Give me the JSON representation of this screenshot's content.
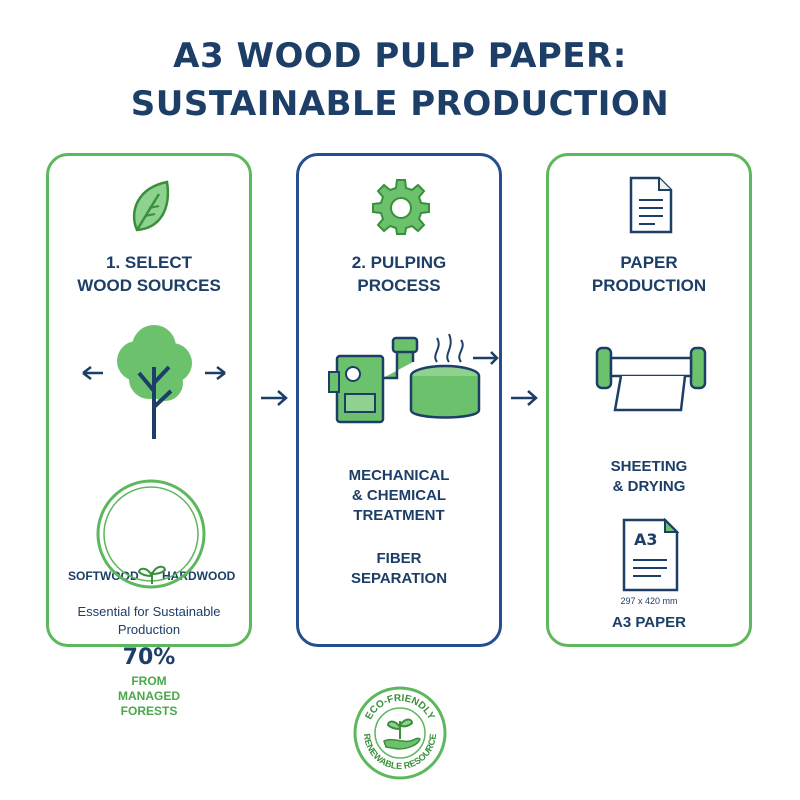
{
  "title": {
    "line1": "A3 WOOD PULP PAPER:",
    "line2": "SUSTAINABLE PRODUCTION"
  },
  "steps": [
    {
      "heading_line1": "1. SELECT",
      "heading_line2": "WOOD SOURCES",
      "icon": "leaf-icon",
      "left_label": "SOFTWOOD",
      "right_label": "HARDWOOD",
      "badge_percent": "70%",
      "badge_line1": "FROM",
      "badge_line2": "MANAGED",
      "badge_line3": "FORESTS",
      "note_line1": "Essential for Sustainable",
      "note_line2": "Production"
    },
    {
      "heading_line1": "2. PULPING",
      "heading_line2": "PROCESS",
      "icon": "gear-icon",
      "treatment_line1": "MECHANICAL",
      "treatment_line2": "& CHEMICAL",
      "treatment_line3": "TREATMENT",
      "separation_line1": "FIBER",
      "separation_line2": "SEPARATION"
    },
    {
      "heading_line1": "PAPER",
      "heading_line2": "PRODUCTION",
      "icon": "document-icon",
      "stage_line1": "SHEETING",
      "stage_line2": "& DRYING",
      "sheet_tag": "A3",
      "size": "297 x 420 mm",
      "product": "A3 PAPER"
    }
  ],
  "seal": {
    "top_text": "ECO-FRIENDLY",
    "bottom_text": "RENEWABLE RESOURCE"
  },
  "colors": {
    "navy": "#1d3e66",
    "green": "#5cb85c",
    "blue_border": "#244f8e",
    "light_green": "#8fd18f"
  }
}
